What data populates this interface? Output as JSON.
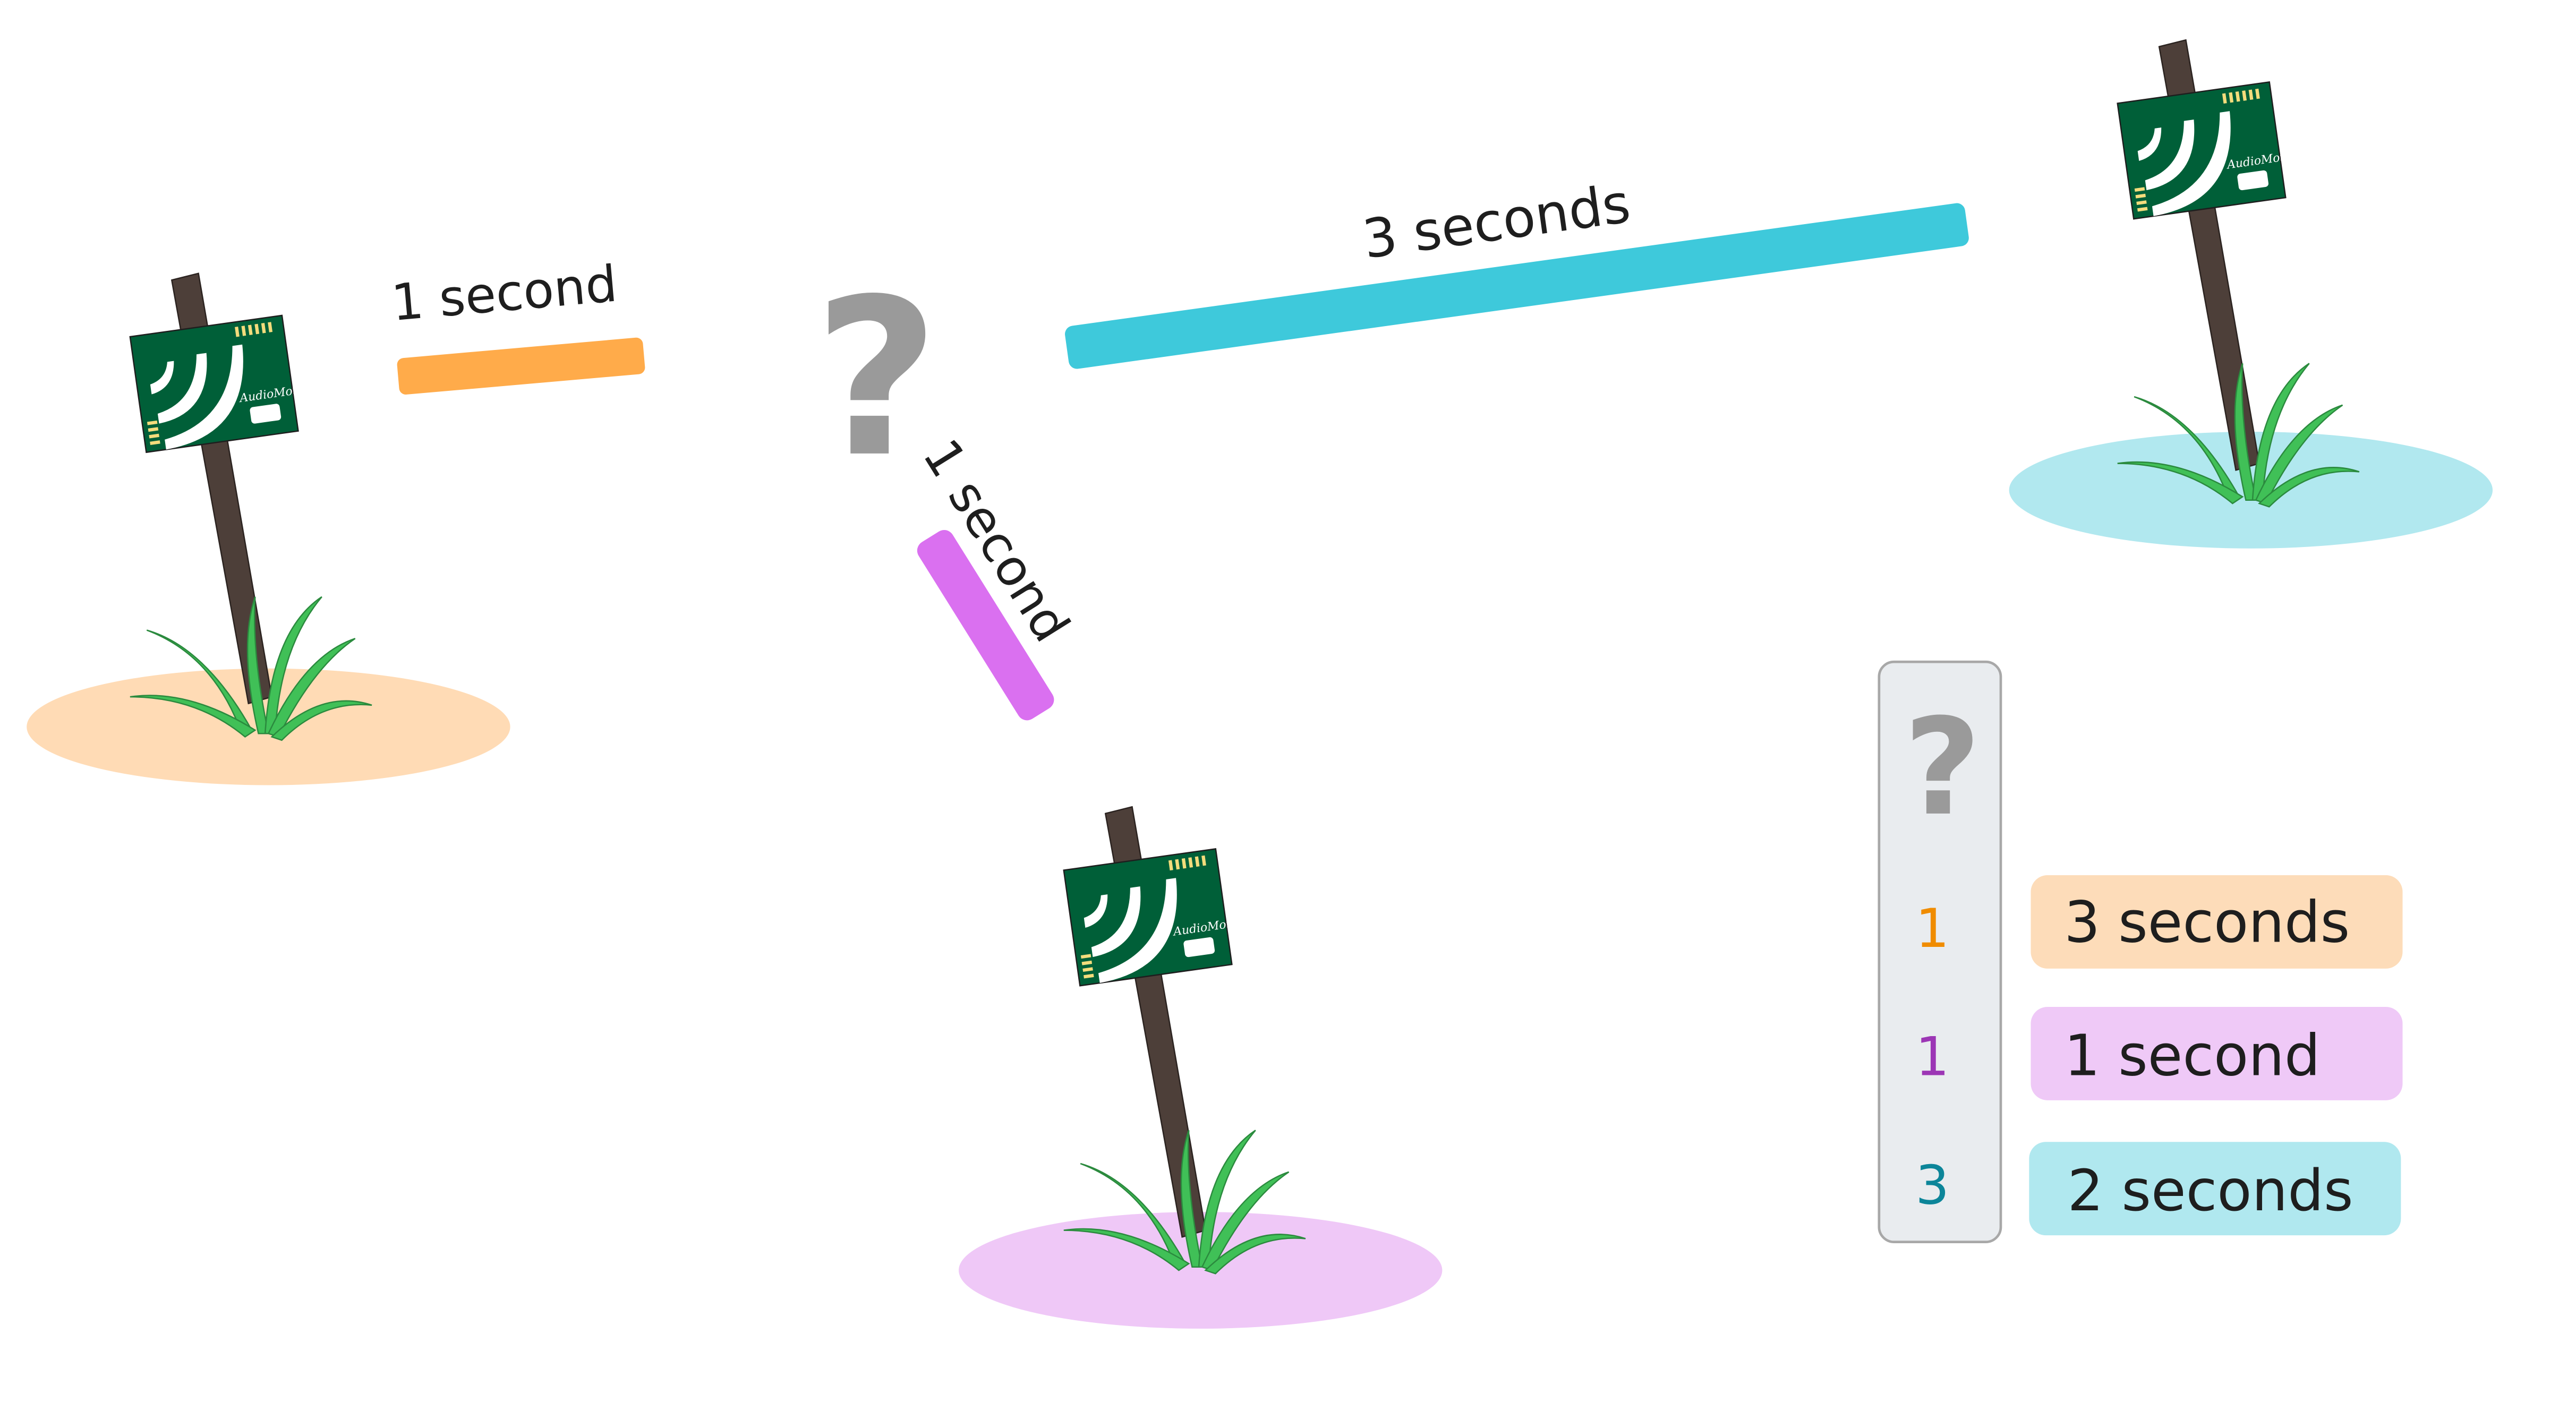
{
  "device_label": "AudioMoth",
  "unknown_symbol": "?",
  "links": {
    "orange_label": "1 second",
    "purple_label": "1 second",
    "cyan_label": "3 seconds"
  },
  "legend": {
    "header": "?",
    "rows": [
      {
        "number": "1",
        "number_color": "#f08c00",
        "label": "3 seconds",
        "bg": "#fddcb9"
      },
      {
        "number": "1",
        "number_color": "#9c36b5",
        "label": "1 second",
        "bg": "#efc9f7"
      },
      {
        "number": "3",
        "number_color": "#0c8599",
        "label": "2 seconds",
        "bg": "#b0e8ef"
      }
    ]
  },
  "colors": {
    "orange": "#ffab4a",
    "purple": "#da70f0",
    "cyan": "#3ec9db",
    "pool_orange": "#ffdbb5",
    "pool_purple": "#efc8f7",
    "pool_cyan": "#b1e8ef",
    "board": "#005f38",
    "pole": "#4d3f39",
    "question": "#9a9a9a"
  }
}
